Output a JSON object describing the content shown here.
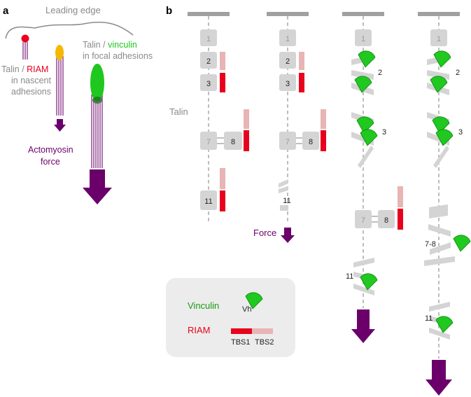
{
  "panel_a": {
    "label": "a",
    "leading_edge": "Leading edge",
    "nascent_talin": "Talin",
    "nascent_sep": " / ",
    "nascent_riam": "RIAM",
    "nascent_line2": "in nascent",
    "nascent_line3": "adhesions",
    "focal_talin": "Talin / ",
    "focal_vinculin": "vinculin",
    "focal_line2": "in focal adhesions",
    "force_line1": "Actomyosin",
    "force_line2": "force"
  },
  "panel_b": {
    "label": "b",
    "talin_label": "Talin",
    "force_label": "Force",
    "domains": {
      "d1": "1",
      "d2": "2",
      "d3": "3",
      "d7": "7",
      "d8": "8",
      "d11": "11",
      "d78": "7-8"
    },
    "legend": {
      "vinculin": "Vinculin",
      "vh": "Vh",
      "riam": "RIAM",
      "tbs1": "TBS1",
      "tbs2": "TBS2"
    }
  },
  "colors": {
    "grey": "#cfcfcf",
    "dark_grey": "#888888",
    "purple": "#6b006b",
    "red": "#e8001c",
    "pink": "#e8b4b4",
    "green": "#1ec81e",
    "dark_green": "#008a00",
    "yellow": "#f5b800"
  }
}
